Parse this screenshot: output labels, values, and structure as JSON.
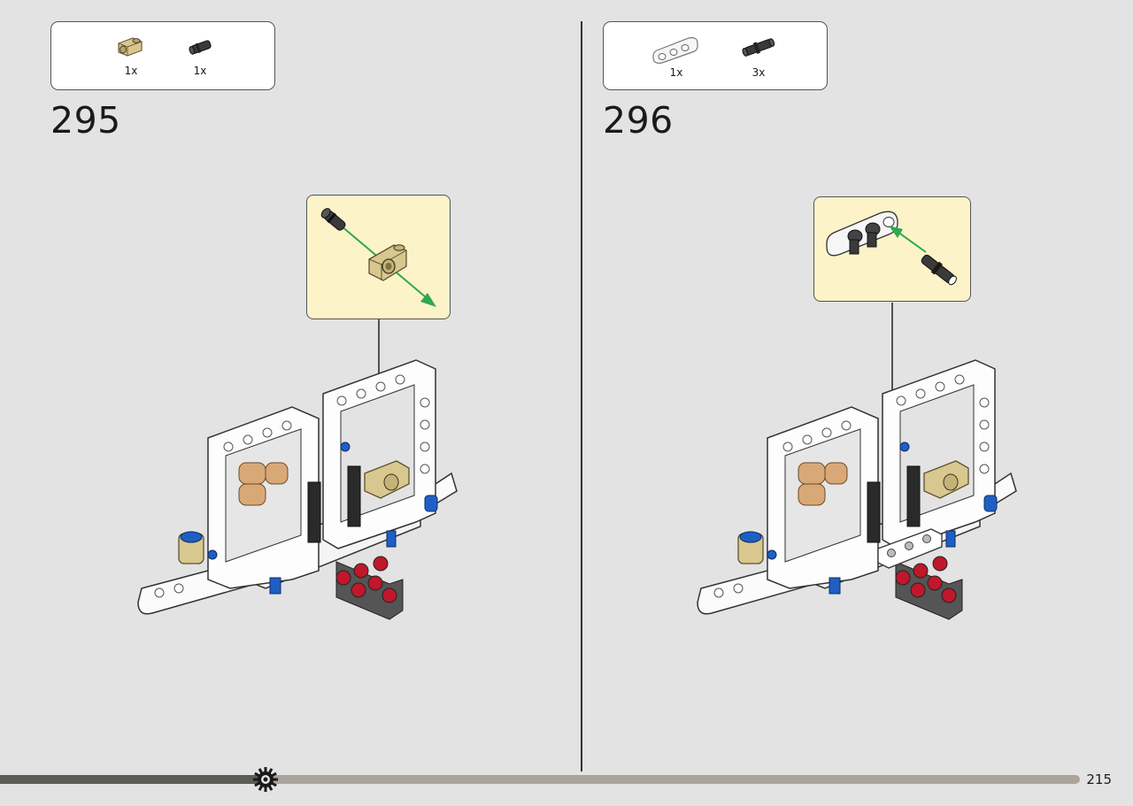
{
  "page": {
    "number": "215",
    "progress": 0.246
  },
  "steps": [
    {
      "number": "295",
      "parts": [
        {
          "qty": "1x",
          "icon": "tan-connector-icon"
        },
        {
          "qty": "1x",
          "icon": "black-pin-icon"
        }
      ]
    },
    {
      "number": "296",
      "parts": [
        {
          "qty": "1x",
          "icon": "white-beam-3-icon"
        },
        {
          "qty": "3x",
          "icon": "black-pin-icon"
        }
      ]
    }
  ],
  "colors": {
    "background": "#e3e3e3",
    "callout": "#fdf3c9",
    "arrow_green": "#2fa84f",
    "tan": "#d8c78f",
    "progress_track": "#aaa49d",
    "progress_fill": "#5e5c58"
  }
}
